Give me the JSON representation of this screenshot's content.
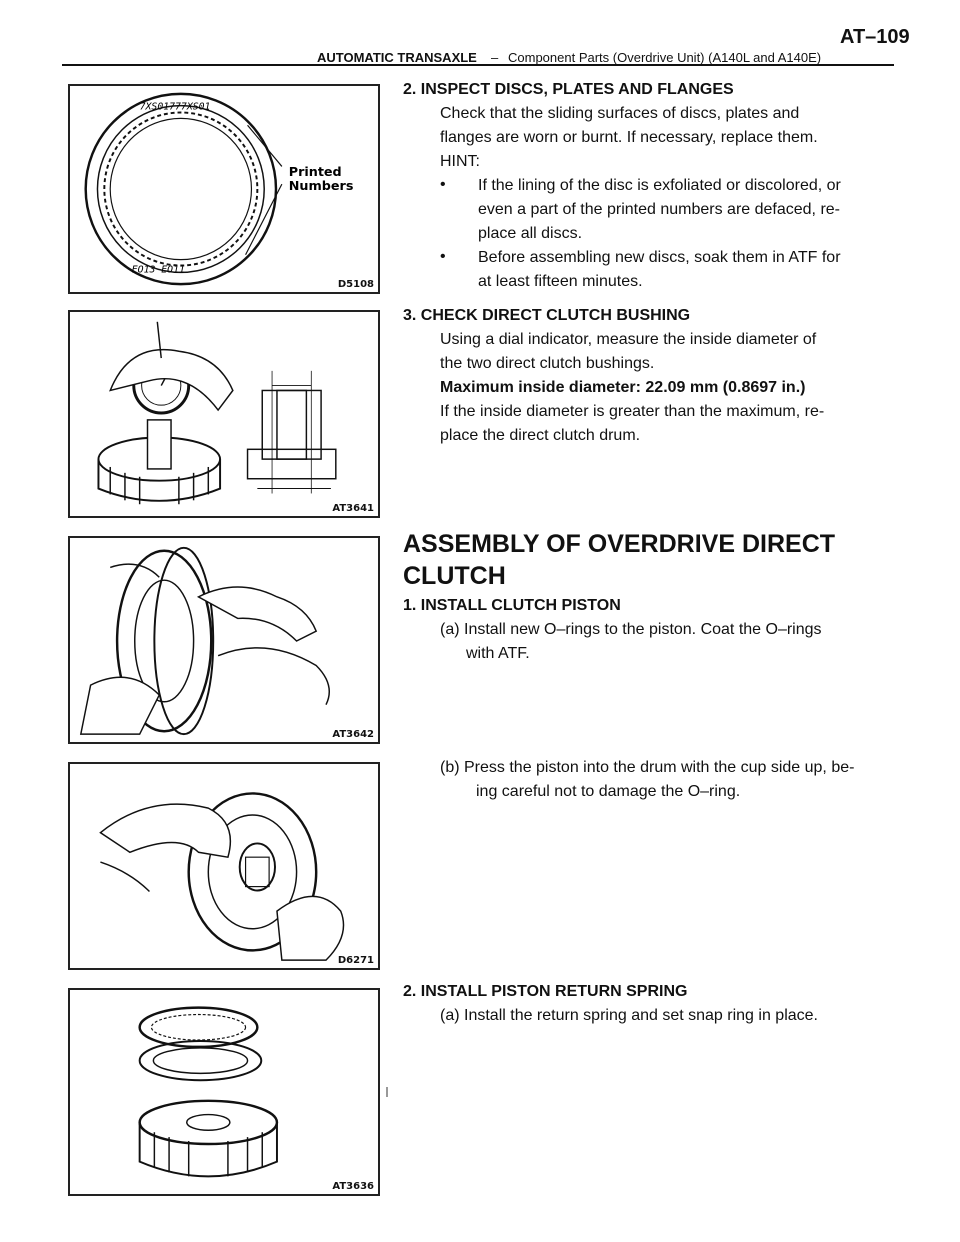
{
  "header": {
    "section": "AUTOMATIC TRANSAXLE",
    "dash": "–",
    "subsection": "Component Parts (Overdrive Unit) (A140L and A140E)",
    "page": "AT–109"
  },
  "figures": [
    {
      "code": "D5108",
      "callout": "Printed\nNumbers",
      "ring_text_top": "7XS01777XS01",
      "ring_text_bottom": "EO13 EO11"
    },
    {
      "code": "AT3641"
    },
    {
      "code": "AT3642"
    },
    {
      "code": "D6271"
    },
    {
      "code": "AT3636"
    }
  ],
  "inspect_discs": {
    "heading": "2. INSPECT DISCS, PLATES AND FLANGES",
    "lines": [
      "Check that the sliding surfaces of discs, plates and",
      "flanges are worn or burnt. If necessary, replace them.",
      "HINT:"
    ],
    "bullet_char": "•",
    "bullet1": [
      "If the lining of the disc is exfoliated or discolored, or",
      "even a part of the printed numbers are defaced, re-",
      "place all discs."
    ],
    "bullet2": [
      " Before assembling new discs, soak them in ATF for",
      "at least fifteen minutes."
    ]
  },
  "check_bushing": {
    "heading": "3. CHECK DIRECT CLUTCH BUSHING",
    "lines": [
      "Using a dial indicator, measure the inside diameter of",
      "the two direct clutch bushings."
    ],
    "spec": "Maximum inside diameter: 22.09 mm (0.8697 in.)",
    "lines2": [
      "If the inside diameter is greater than the maximum, re-",
      "place the direct clutch drum."
    ]
  },
  "assembly": {
    "title_line1": "ASSEMBLY OF OVERDRIVE DIRECT",
    "title_line2": "CLUTCH",
    "step1_heading": "1. INSTALL CLUTCH PISTON",
    "step1a": [
      "(a)  Install  new  O–rings  to  the  piston.  Coat  the  O–rings",
      "with ATF."
    ],
    "step1b": [
      "(b) Press the piston into the drum with the cup side up, be-",
      "ing careful not to damage the O–ring."
    ],
    "step2_heading": "2. INSTALL PISTON RETURN SPRING",
    "step2a": "(a) Install the return spring and set snap ring in place."
  }
}
